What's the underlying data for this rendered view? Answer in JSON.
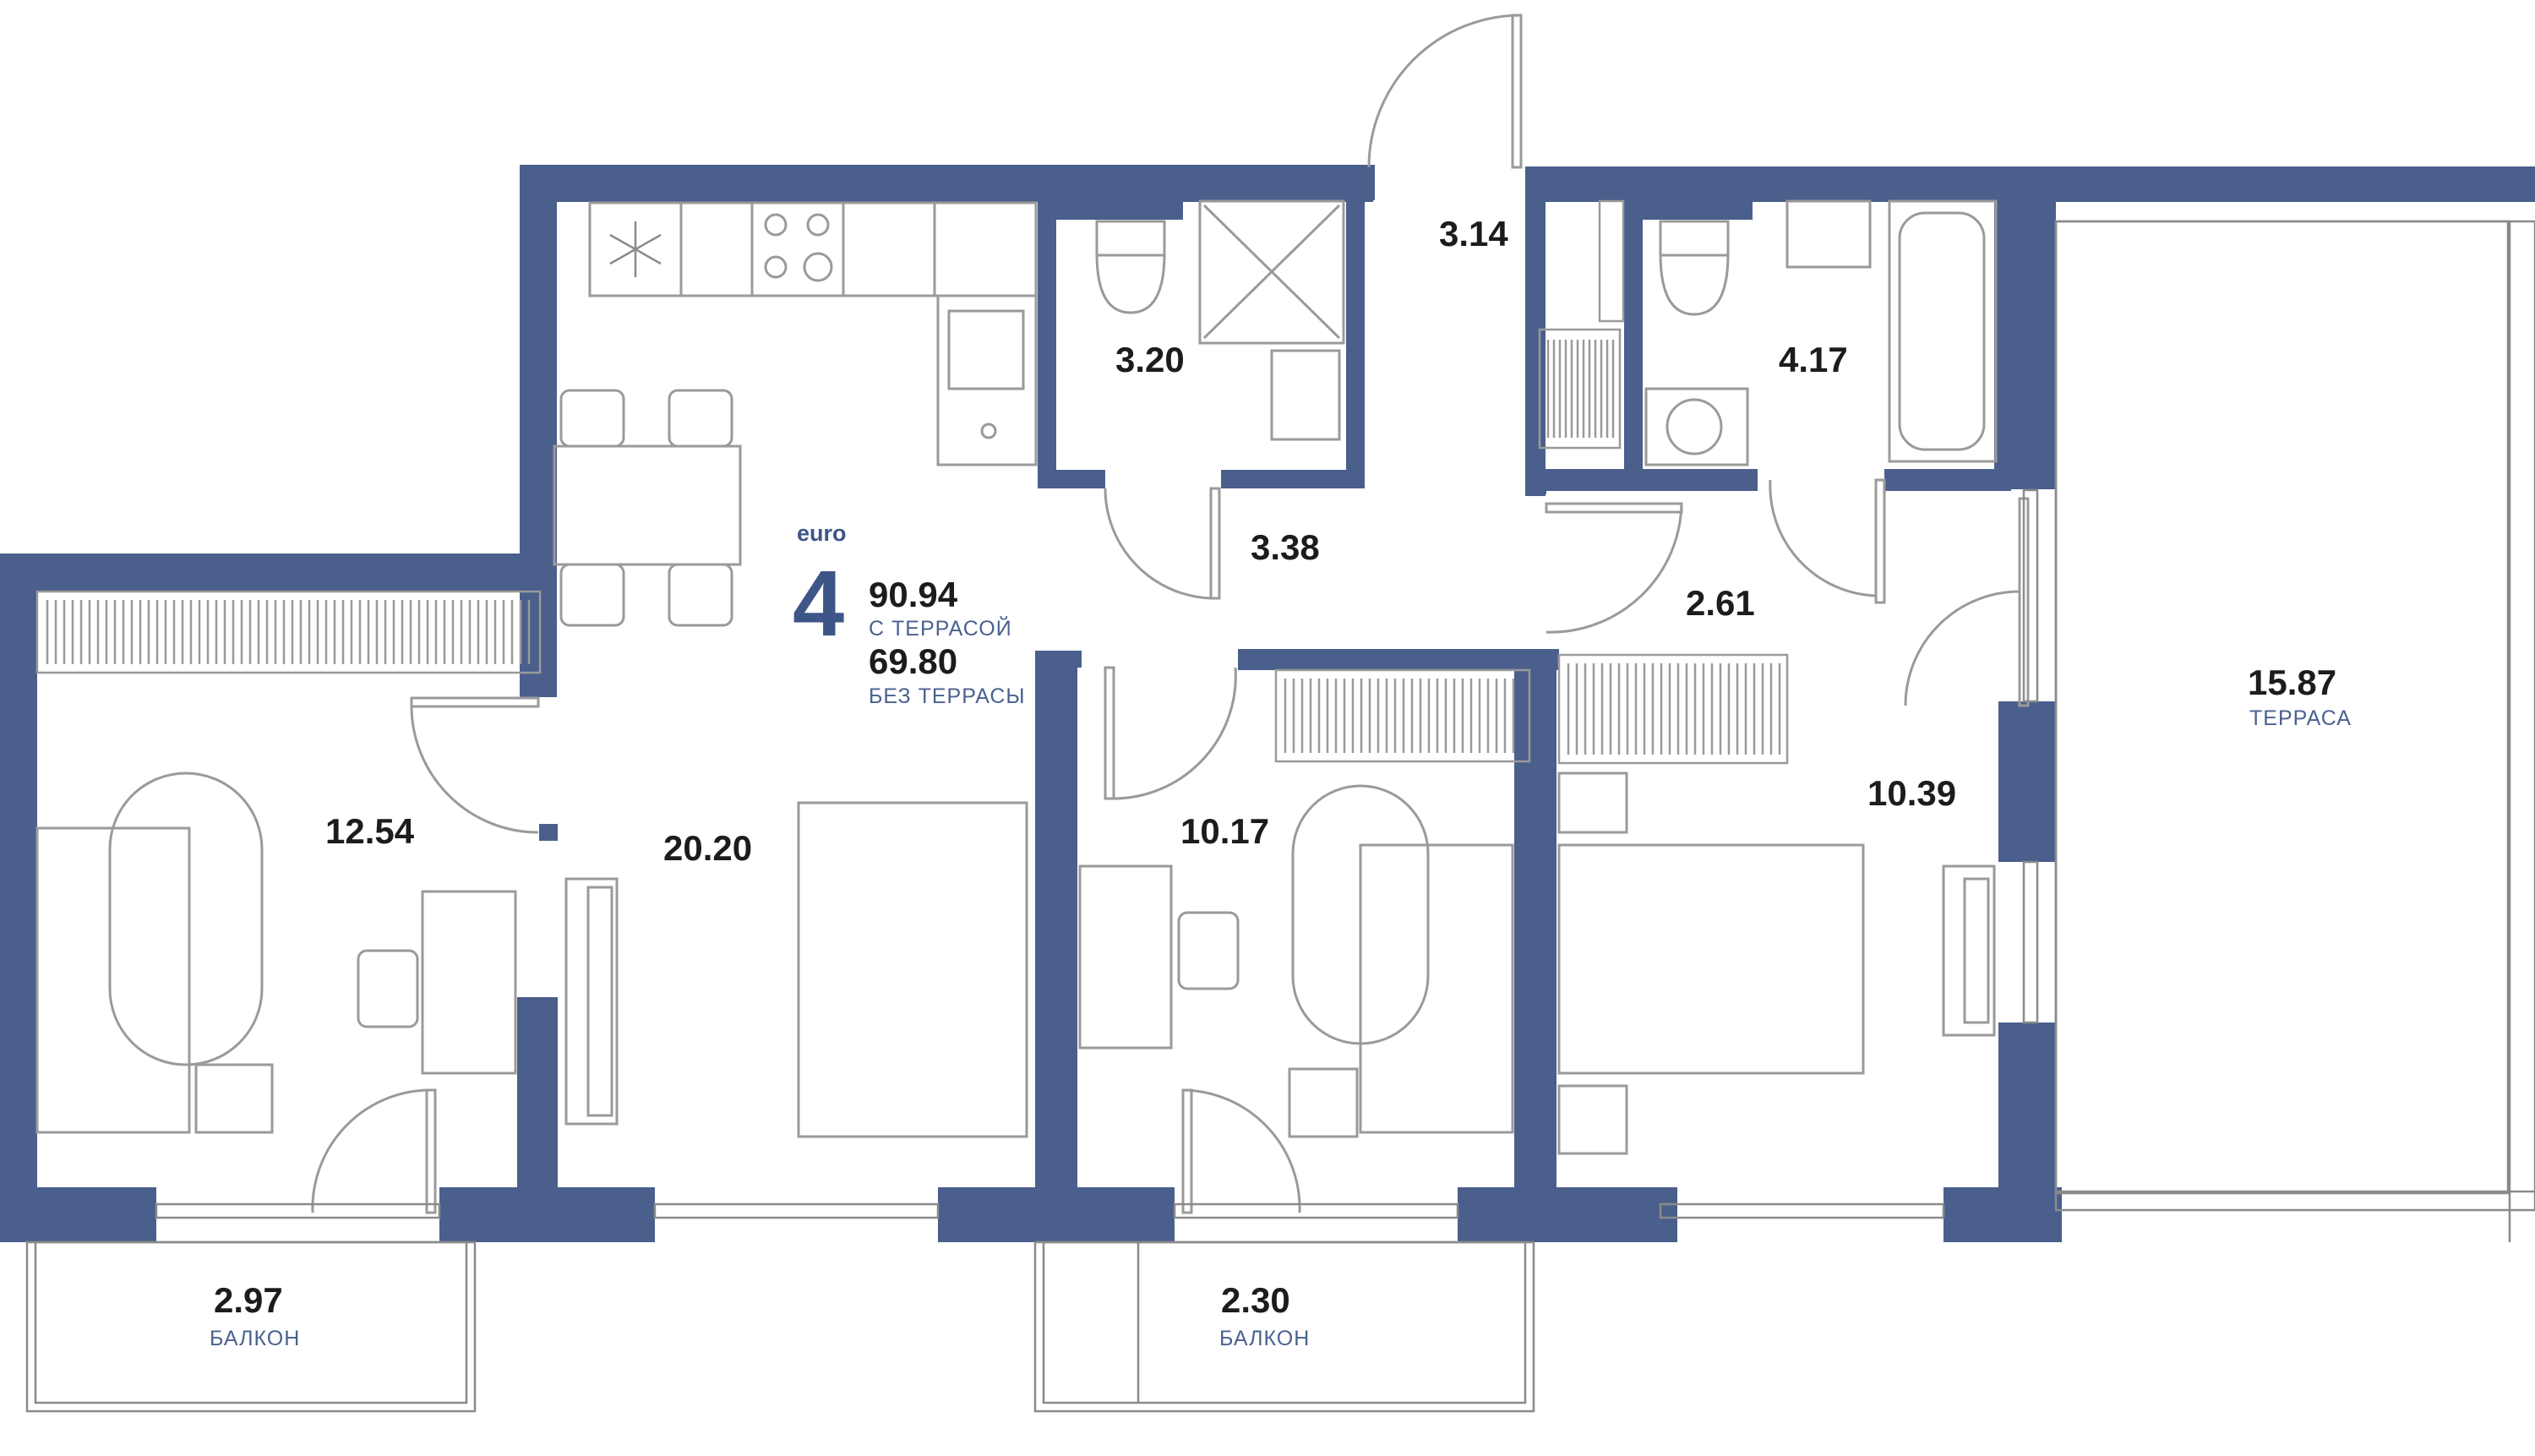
{
  "plan": {
    "layout_badge": "euro",
    "rooms_count": "4",
    "area_with_terrace": "90.94",
    "area_with_terrace_caption": "С ТЕРРАСОЙ",
    "area_without_terrace": "69.80",
    "area_without_terrace_caption": "БЕЗ ТЕРРАСЫ"
  },
  "rooms": {
    "bathroom_1": "3.20",
    "vestibule": "3.14",
    "bathroom_2": "4.17",
    "hall_1": "3.38",
    "hall_2": "2.61",
    "terrace": "15.87",
    "terrace_caption": "ТЕРРАСА",
    "bedroom_left": "12.54",
    "kitchen_living": "20.20",
    "bedroom_middle": "10.17",
    "bedroom_right": "10.39",
    "balcony_left": "2.97",
    "balcony_left_caption": "БАЛКОН",
    "balcony_right": "2.30",
    "balcony_right_caption": "БАЛКОН"
  },
  "colors": {
    "wall": "#4b5f8c",
    "accent_text": "#3e5587",
    "fixture_line": "#9a9a9a"
  }
}
